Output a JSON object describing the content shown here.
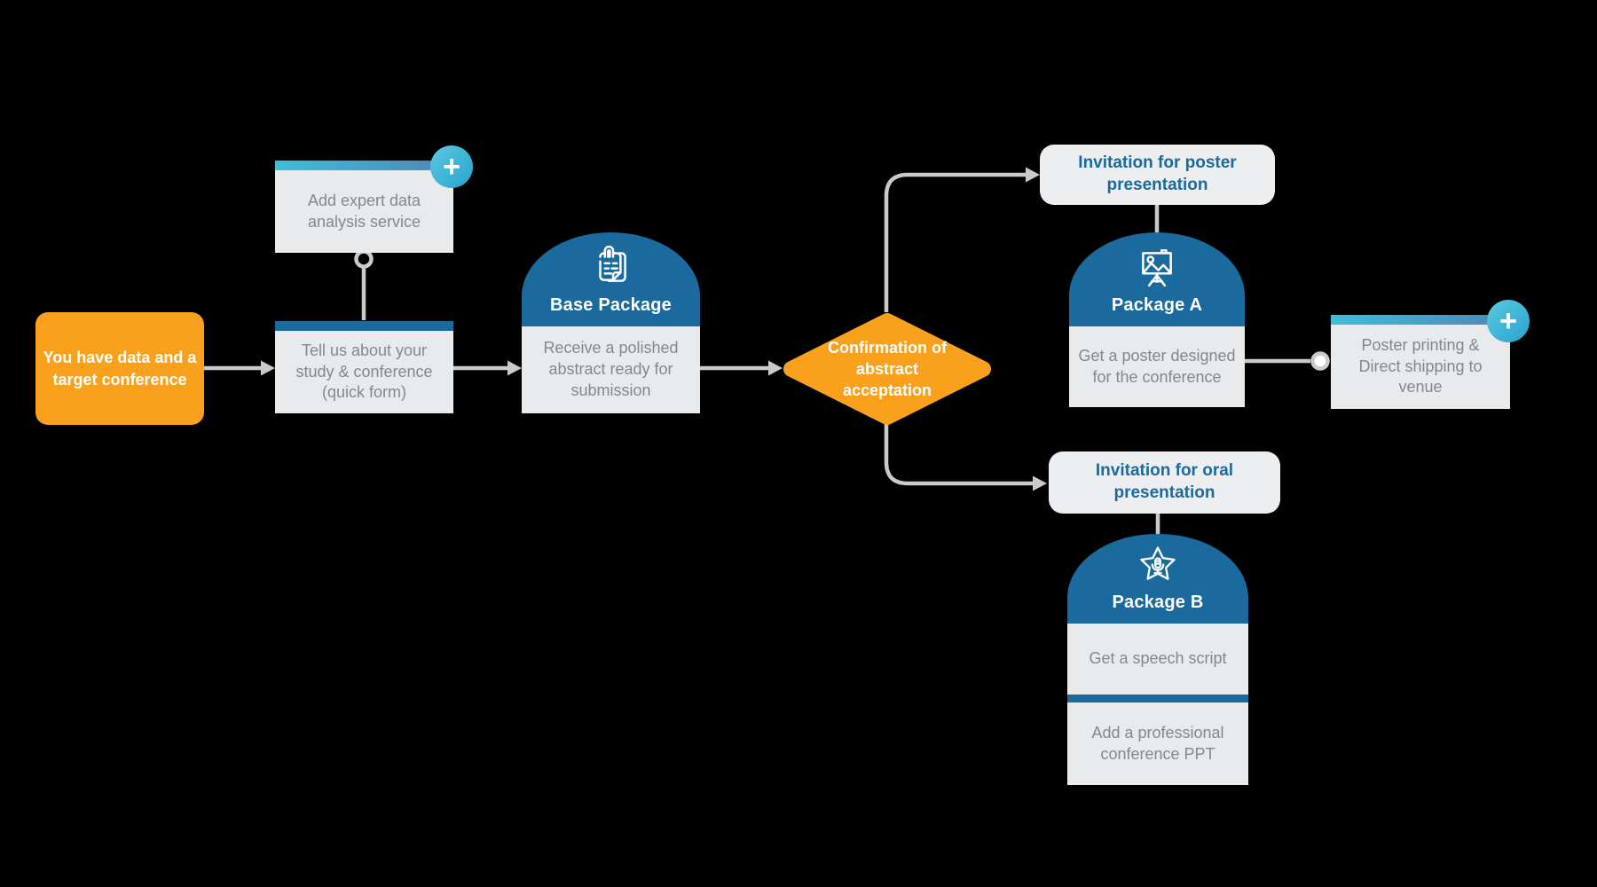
{
  "colors": {
    "background": "#000000",
    "orange": "#F9A11C",
    "blue": "#1B6A9E",
    "teal_bar_start": "#3FBED8",
    "teal_bar_end": "#4E86B8",
    "grey_body": "#E9EAEB",
    "invitation_bg": "#ECEEEF",
    "connector_line": "#C8CACC",
    "body_text": "#84888C",
    "white_text": "#FFFFFF"
  },
  "icons": {
    "plus": "+",
    "base_package": "document-paperclip-icon",
    "package_a": "poster-easel-icon",
    "package_b": "star-microphone-icon"
  },
  "nodes": {
    "start": {
      "label": "You have data and a target conference"
    },
    "addon_analysis": {
      "label": "Add expert data analysis service"
    },
    "form": {
      "label": "Tell us about your study & conference (quick form)"
    },
    "base_package": {
      "title": "Base Package",
      "body": "Receive a polished abstract ready for submission"
    },
    "decision": {
      "label": "Confirmation of abstract acceptation"
    },
    "invitation_poster": {
      "label": "Invitation for poster presentation"
    },
    "package_a": {
      "title": "Package A",
      "body": "Get a poster designed for the conference"
    },
    "addon_printing": {
      "label": "Poster printing & Direct shipping to venue"
    },
    "invitation_oral": {
      "label": "Invitation for oral presentation"
    },
    "package_b": {
      "title": "Package B",
      "body_1": "Get a speech script",
      "body_2": "Add a professional conference PPT"
    }
  }
}
